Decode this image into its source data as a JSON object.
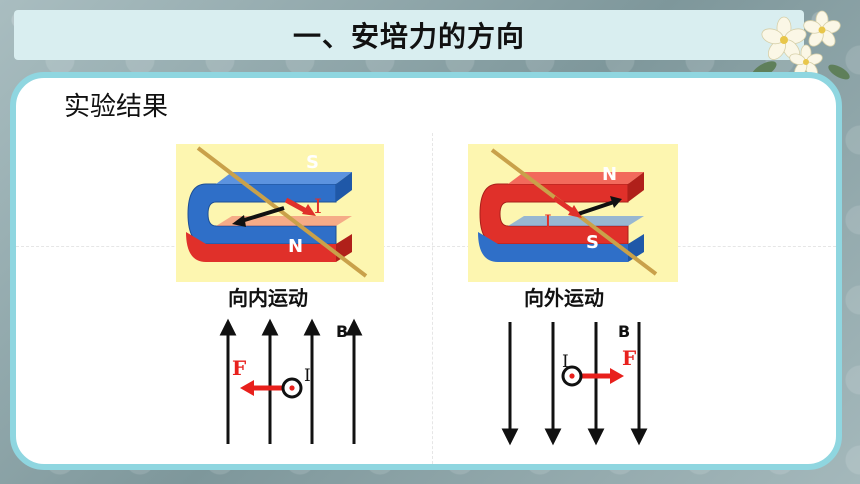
{
  "slide": {
    "title": "一、安培力的方向",
    "heading": "实验结果"
  },
  "left_experiment": {
    "caption": "向内运动",
    "magnet_top_pole": "S",
    "magnet_bottom_pole": "N",
    "current_label": "I",
    "field_label": "B",
    "force_label": "F",
    "current_symbol": "out-of-page dot",
    "field_direction": "up",
    "force_direction": "left"
  },
  "right_experiment": {
    "caption": "向外运动",
    "magnet_top_pole": "N",
    "magnet_bottom_pole": "S",
    "current_label": "I",
    "field_label": "B",
    "force_label": "F",
    "current_symbol": "out-of-page dot",
    "field_direction": "down",
    "force_direction": "right"
  },
  "colors": {
    "title_bar": "#d9eef0",
    "card_border": "#8fd6e0",
    "magnet_blue": "#2f6fc8",
    "magnet_red": "#e0302a",
    "force_red": "#e8201c",
    "photo_bg": "#fdf6b0"
  }
}
